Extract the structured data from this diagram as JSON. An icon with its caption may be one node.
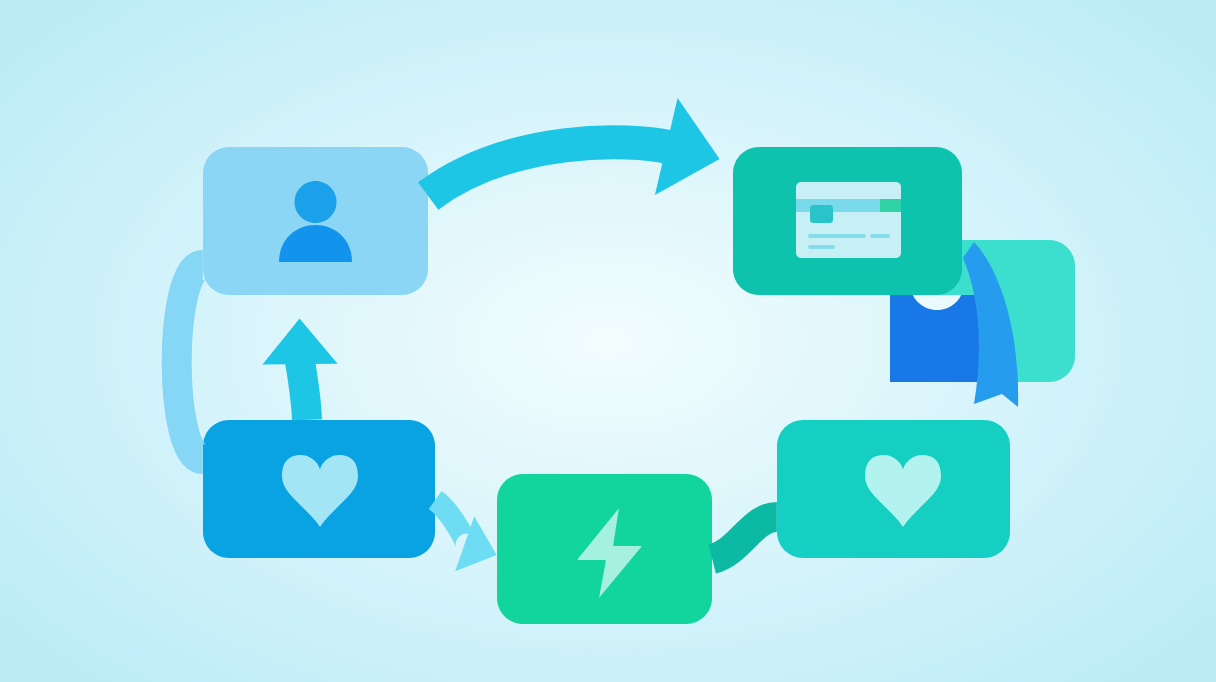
{
  "diagram": {
    "nodes": [
      {
        "text": [],
        "shape": "box"
      },
      {
        "text": [],
        "shape": "box"
      },
      {
        "text": [],
        "shape": "box"
      },
      {
        "text": [],
        "shape": "box"
      },
      {
        "text": [],
        "shape": "box"
      },
      {
        "text": [],
        "shape": "box"
      },
      {
        "text": [],
        "shape": "ribbon"
      }
    ],
    "edges": [
      {
        "from": 0,
        "to": 1,
        "arrow": "to"
      },
      {
        "from": 3,
        "to": 0,
        "arrow": "to"
      },
      {
        "from": 0,
        "to": 3,
        "arrow": "none",
        "color": "#86d6f5"
      },
      {
        "from": 3,
        "to": 4,
        "arrow": "to",
        "color": "#6edcf2"
      },
      {
        "from": 4,
        "to": 5,
        "arrow": "none",
        "color": "#0cb9a3"
      }
    ]
  }
}
